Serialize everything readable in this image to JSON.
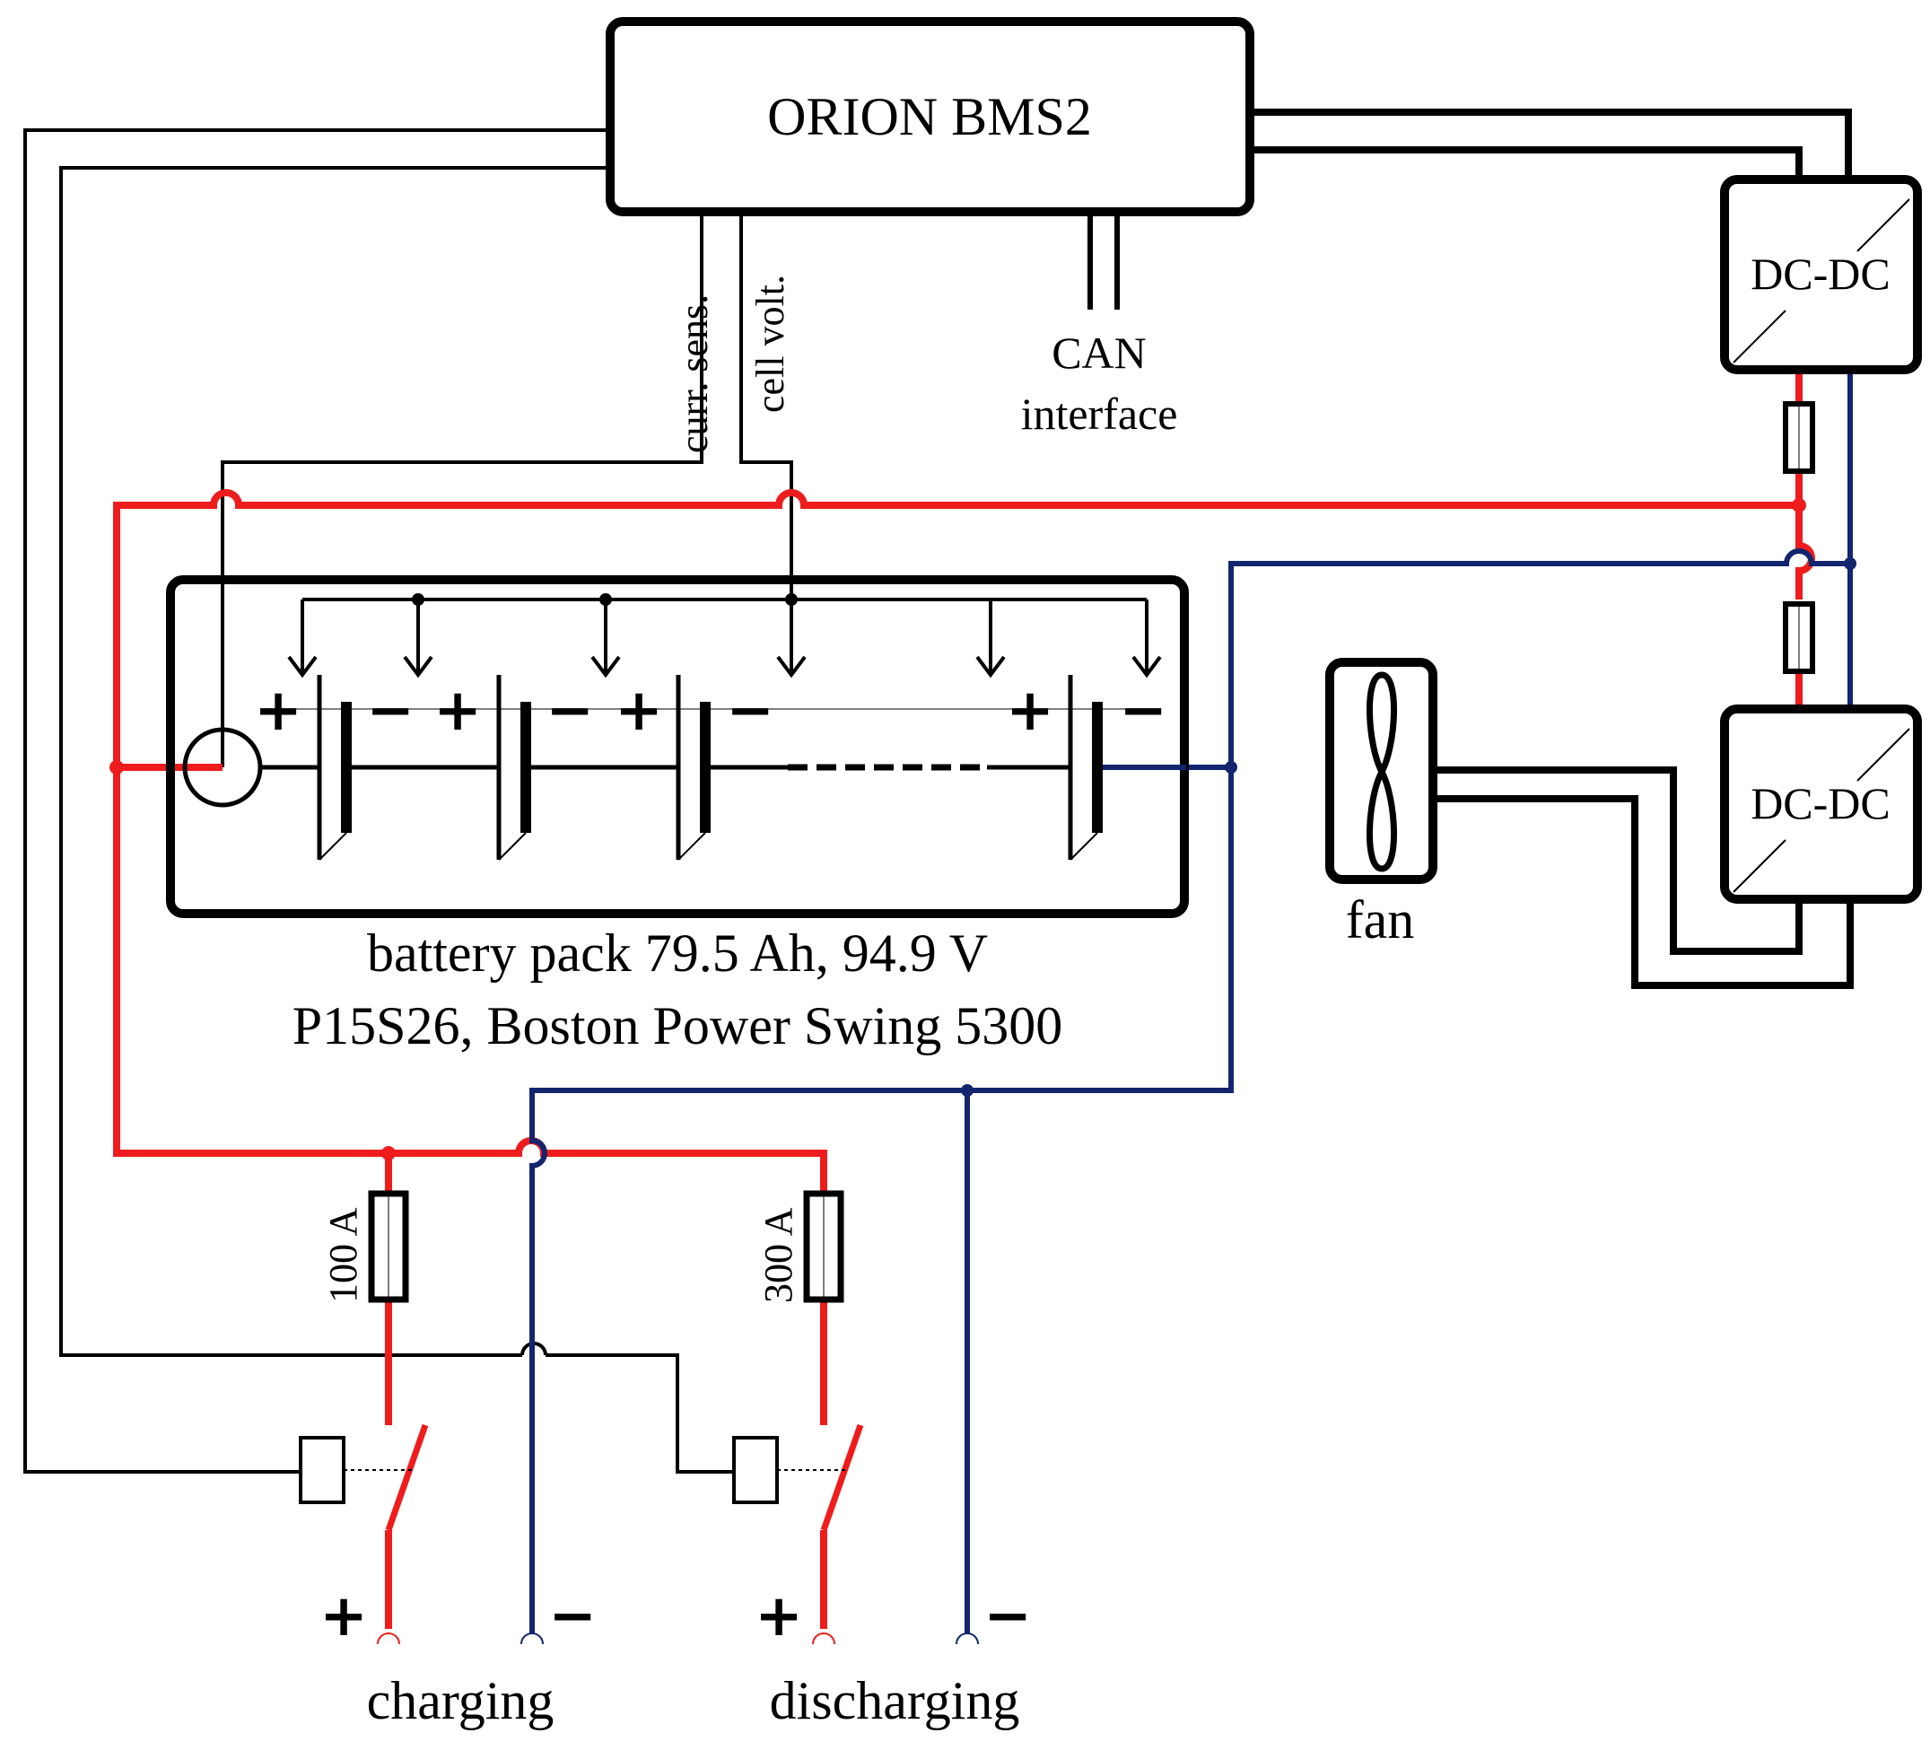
{
  "bms": {
    "title": "ORION BMS2"
  },
  "bms_signals": {
    "current_sensing": "curr. sens.",
    "cell_voltage": "cell volt."
  },
  "can": {
    "line1": "CAN",
    "line2": "interface"
  },
  "dcdc": {
    "top": "DC-DC",
    "bottom": "DC-DC"
  },
  "fan": {
    "label": "fan"
  },
  "battery": {
    "line1": "battery pack 79.5 Ah, 94.9 V",
    "line2": "P15S26, Boston Power Swing 5300",
    "cell_plus": "+",
    "cell_minus": "−"
  },
  "fuses": {
    "charging": "100 A",
    "discharging": "300 A"
  },
  "terminals": {
    "charging": {
      "label": "charging",
      "plus": "+",
      "minus": "−"
    },
    "discharging": {
      "label": "discharging",
      "plus": "+",
      "minus": "−"
    }
  },
  "colors": {
    "positive": "#ee1c1c",
    "negative": "#12256e",
    "signal": "#000000"
  }
}
